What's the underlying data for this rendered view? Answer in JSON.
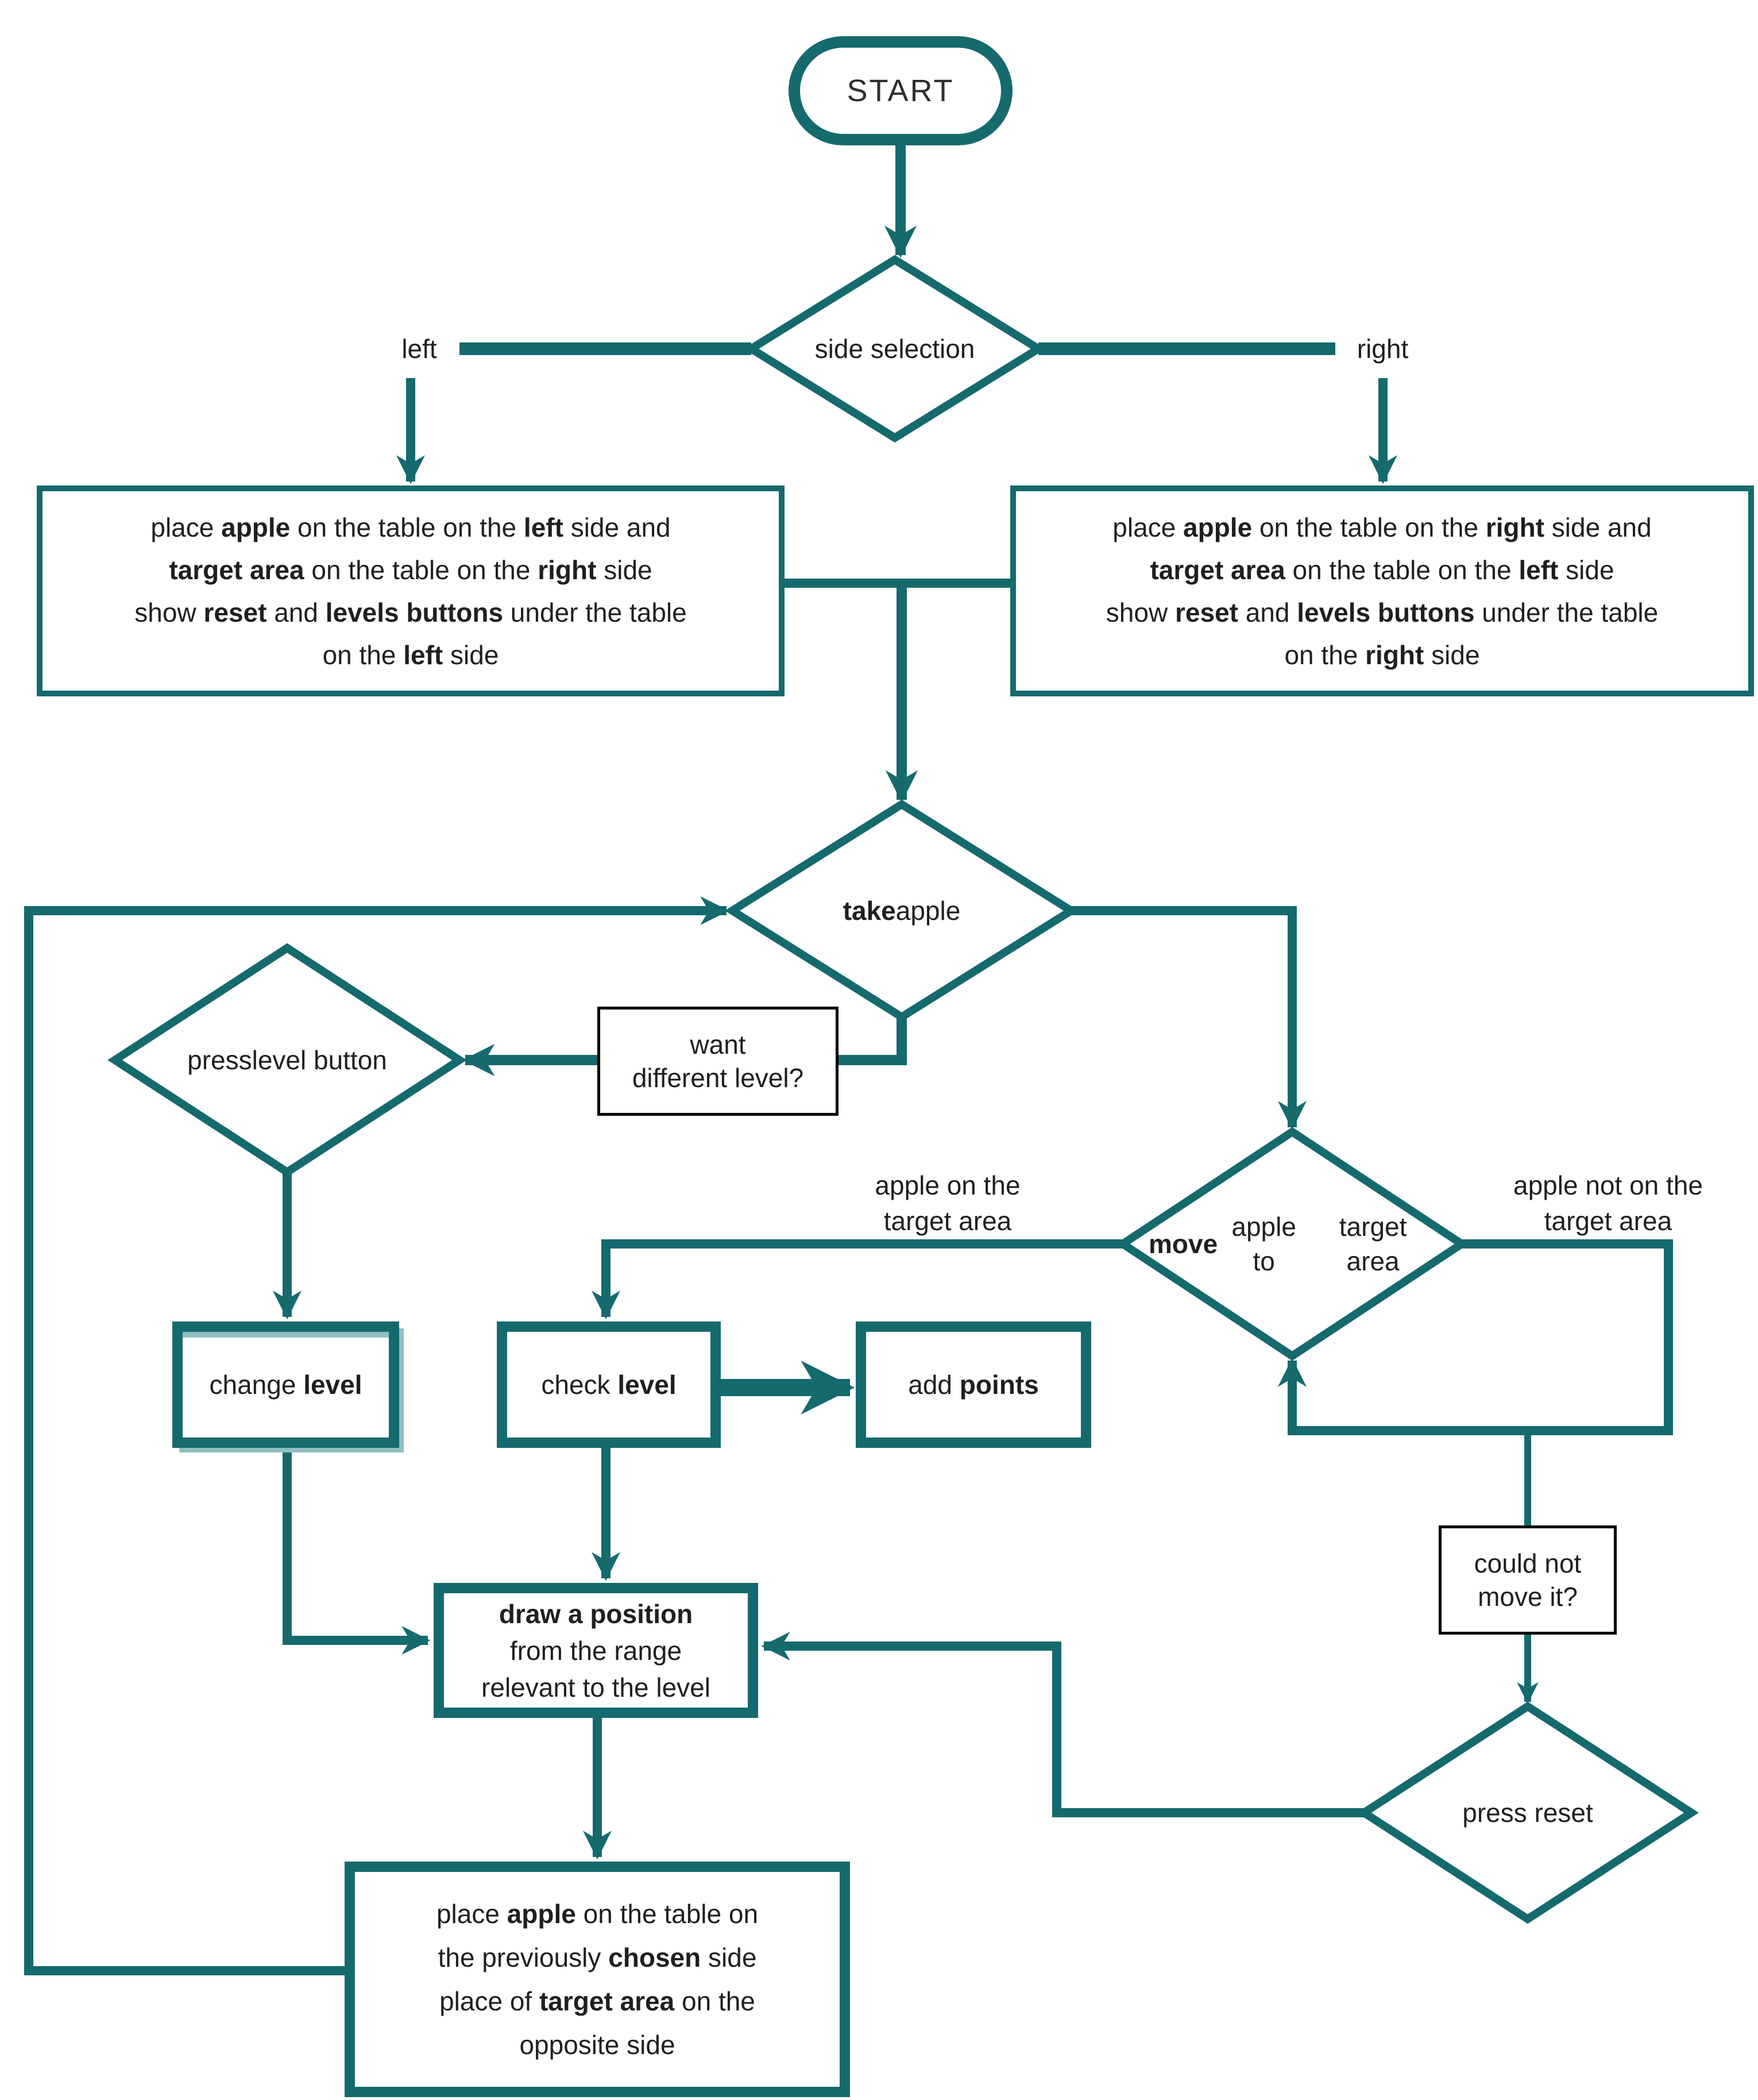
{
  "title": "apple game flowchart",
  "colors": {
    "teal": "#156a6e",
    "light_teal": "#8fbfc0",
    "text": "#1f1f1f",
    "label_border": "#000000",
    "background": "#ffffff"
  },
  "nodes": {
    "start": {
      "segments": [
        {
          "text": "START"
        }
      ]
    },
    "side_selection": {
      "segments": [
        {
          "text": "side selection"
        }
      ]
    },
    "left_place": {
      "segments": [
        {
          "text": "place "
        },
        {
          "text": "apple",
          "bold": true
        },
        {
          "text": " on the table on the "
        },
        {
          "text": "left",
          "bold": true
        },
        {
          "text": " side and"
        },
        {
          "br": true
        },
        {
          "text": "target area",
          "bold": true
        },
        {
          "text": " on the table on the "
        },
        {
          "text": "right",
          "bold": true
        },
        {
          "text": " side"
        },
        {
          "br": true
        },
        {
          "text": "show "
        },
        {
          "text": "reset",
          "bold": true
        },
        {
          "text": " and "
        },
        {
          "text": "levels buttons",
          "bold": true
        },
        {
          "text": " under the table"
        },
        {
          "br": true
        },
        {
          "text": "on the "
        },
        {
          "text": "left",
          "bold": true
        },
        {
          "text": " side"
        }
      ]
    },
    "right_place": {
      "segments": [
        {
          "text": "place "
        },
        {
          "text": "apple",
          "bold": true
        },
        {
          "text": " on the table on the "
        },
        {
          "text": "right",
          "bold": true
        },
        {
          "text": " side and"
        },
        {
          "br": true
        },
        {
          "text": "target area",
          "bold": true
        },
        {
          "text": " on the table on the "
        },
        {
          "text": "left",
          "bold": true
        },
        {
          "text": " side"
        },
        {
          "br": true
        },
        {
          "text": "show "
        },
        {
          "text": "reset",
          "bold": true
        },
        {
          "text": " and "
        },
        {
          "text": "levels buttons",
          "bold": true
        },
        {
          "text": " under the table"
        },
        {
          "br": true
        },
        {
          "text": "on the "
        },
        {
          "text": "right",
          "bold": true
        },
        {
          "text": " side"
        }
      ]
    },
    "take_apple": {
      "segments": [
        {
          "text": "take",
          "bold": true
        },
        {
          "text": " apple"
        }
      ]
    },
    "press_level": {
      "segments": [
        {
          "text": "press"
        },
        {
          "br": true
        },
        {
          "text": "level button"
        }
      ]
    },
    "move_apple": {
      "segments": [
        {
          "text": "move",
          "bold": true
        },
        {
          "text": " apple to"
        },
        {
          "br": true
        },
        {
          "text": "target area"
        }
      ]
    },
    "change_level": {
      "segments": [
        {
          "text": "change "
        },
        {
          "text": "level",
          "bold": true
        }
      ]
    },
    "check_level": {
      "segments": [
        {
          "text": "check "
        },
        {
          "text": "level",
          "bold": true
        }
      ]
    },
    "add_points": {
      "segments": [
        {
          "text": "add "
        },
        {
          "text": "points",
          "bold": true
        }
      ]
    },
    "draw_position": {
      "segments": [
        {
          "text": "draw a position",
          "bold": true
        },
        {
          "br": true
        },
        {
          "text": "from the range"
        },
        {
          "br": true
        },
        {
          "text": "relevant to the level"
        }
      ]
    },
    "press_reset": {
      "segments": [
        {
          "text": "press reset"
        }
      ]
    },
    "final_place": {
      "segments": [
        {
          "text": "place "
        },
        {
          "text": "apple",
          "bold": true
        },
        {
          "text": " on the table on"
        },
        {
          "br": true
        },
        {
          "text": "the previously "
        },
        {
          "text": "chosen",
          "bold": true
        },
        {
          "text": " side"
        },
        {
          "br": true
        },
        {
          "text": "place of "
        },
        {
          "text": "target area",
          "bold": true
        },
        {
          "text": " on the"
        },
        {
          "br": true
        },
        {
          "text": "opposite side"
        }
      ]
    }
  },
  "edge_labels": {
    "left": {
      "segments": [
        {
          "text": "left"
        }
      ]
    },
    "right": {
      "segments": [
        {
          "text": "right"
        }
      ]
    },
    "want_different_level": {
      "segments": [
        {
          "text": "want"
        },
        {
          "br": true
        },
        {
          "text": "different level?"
        }
      ]
    },
    "apple_on_target": {
      "segments": [
        {
          "text": "apple on the"
        },
        {
          "br": true
        },
        {
          "text": "target area"
        }
      ]
    },
    "apple_not_on_target": {
      "segments": [
        {
          "text": "apple not on the"
        },
        {
          "br": true
        },
        {
          "text": "target area"
        }
      ]
    },
    "could_not_move": {
      "segments": [
        {
          "text": "could not"
        },
        {
          "br": true
        },
        {
          "text": "move it?"
        }
      ]
    }
  }
}
